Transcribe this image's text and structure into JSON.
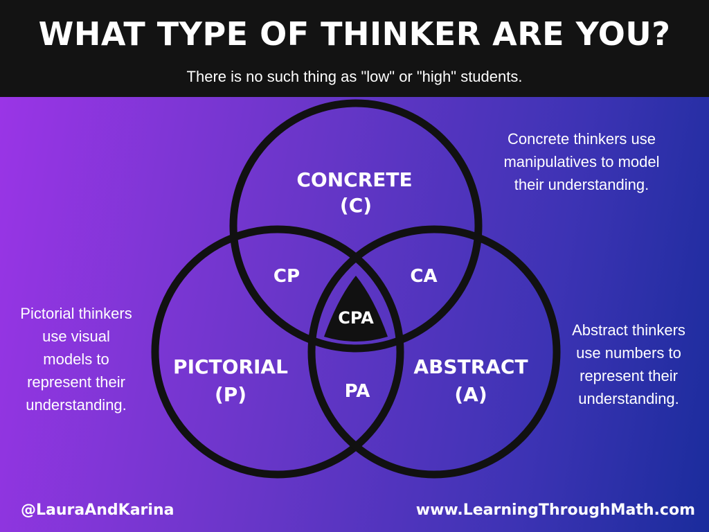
{
  "title": "WHAT TYPE OF THINKER ARE YOU?",
  "subtitle": "There is no such thing as \"low\" or \"high\" students.",
  "colors": {
    "header_bg": "#131313",
    "gradient_left": "#9a35e6",
    "gradient_right": "#1a2c9c",
    "circle_stroke": "#111111",
    "text": "#ffffff"
  },
  "diagram": {
    "concrete": {
      "name": "CONCRETE",
      "abbr": "(C)"
    },
    "pictorial": {
      "name": "PICTORIAL",
      "abbr": "(P)"
    },
    "abstract": {
      "name": "ABSTRACT",
      "abbr": "(A)"
    },
    "cp": "CP",
    "ca": "CA",
    "pa": "PA",
    "cpa": "CPA"
  },
  "descriptions": {
    "concrete": [
      "Concrete thinkers use",
      "manipulatives to model",
      "their understanding."
    ],
    "pictorial": [
      "Pictorial thinkers",
      "use visual",
      "models to",
      "represent their",
      "understanding."
    ],
    "abstract": [
      "Abstract thinkers",
      "use numbers to",
      "represent their",
      "understanding."
    ]
  },
  "footer": {
    "handle": "@LauraAndKarina",
    "website": "www.LearningThroughMath.com"
  }
}
